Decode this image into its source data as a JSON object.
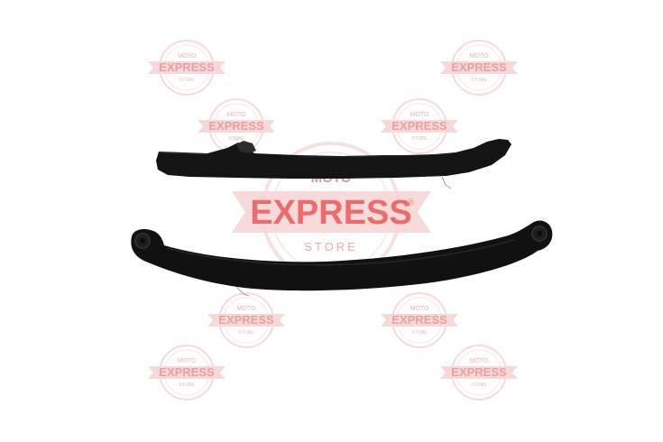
{
  "watermark": {
    "brand_top": "MOTO",
    "brand_main": "EXPRESS",
    "brand_bottom": "STORE",
    "registered_mark": "®",
    "color": "#e23b3b",
    "color_faint": "#f3c9c9"
  },
  "product": {
    "color": "#121212",
    "highlight": "#2a2a2a"
  }
}
